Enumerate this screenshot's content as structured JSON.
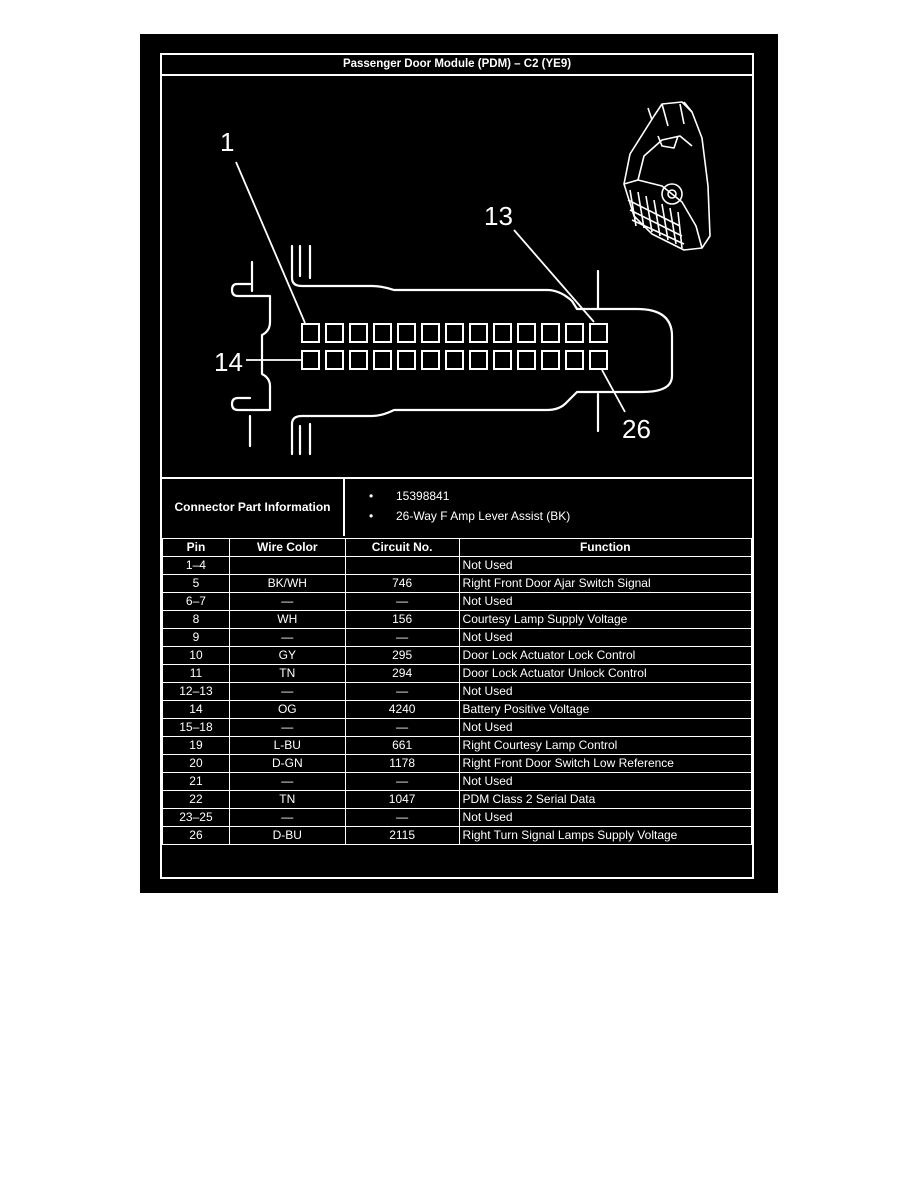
{
  "title": "Passenger Door Module (PDM) – C2 (YE9)",
  "diagram": {
    "callouts": {
      "pin1": "1",
      "pin13": "13",
      "pin14": "14",
      "pin26": "26"
    },
    "row_top_pins": 13,
    "row_bottom_pins": 13
  },
  "connector_part_info": {
    "label": "Connector Part Information",
    "items": [
      "15398841",
      "26-Way F Amp Lever Assist (BK)"
    ]
  },
  "table": {
    "headers": [
      "Pin",
      "Wire Color",
      "Circuit No.",
      "Function"
    ],
    "rows": [
      [
        "1–4",
        "",
        "",
        "Not Used"
      ],
      [
        "5",
        "BK/WH",
        "746",
        "Right Front Door Ajar Switch Signal"
      ],
      [
        "6–7",
        "—",
        "—",
        "Not Used"
      ],
      [
        "8",
        "WH",
        "156",
        "Courtesy Lamp Supply Voltage"
      ],
      [
        "9",
        "—",
        "—",
        "Not Used"
      ],
      [
        "10",
        "GY",
        "295",
        "Door Lock Actuator Lock Control"
      ],
      [
        "11",
        "TN",
        "294",
        "Door Lock Actuator Unlock Control"
      ],
      [
        "12–13",
        "—",
        "—",
        "Not Used"
      ],
      [
        "14",
        "OG",
        "4240",
        "Battery Positive Voltage"
      ],
      [
        "15–18",
        "—",
        "—",
        "Not Used"
      ],
      [
        "19",
        "L-BU",
        "661",
        "Right Courtesy Lamp Control"
      ],
      [
        "20",
        "D-GN",
        "1178",
        "Right Front Door Switch Low Reference"
      ],
      [
        "21",
        "—",
        "—",
        "Not Used"
      ],
      [
        "22",
        "TN",
        "1047",
        "PDM Class 2 Serial Data"
      ],
      [
        "23–25",
        "—",
        "—",
        "Not Used"
      ],
      [
        "26",
        "D-BU",
        "2115",
        "Right Turn Signal Lamps Supply Voltage"
      ]
    ]
  },
  "colors": {
    "background": "#000000",
    "foreground": "#ffffff",
    "page": "#ffffff"
  }
}
